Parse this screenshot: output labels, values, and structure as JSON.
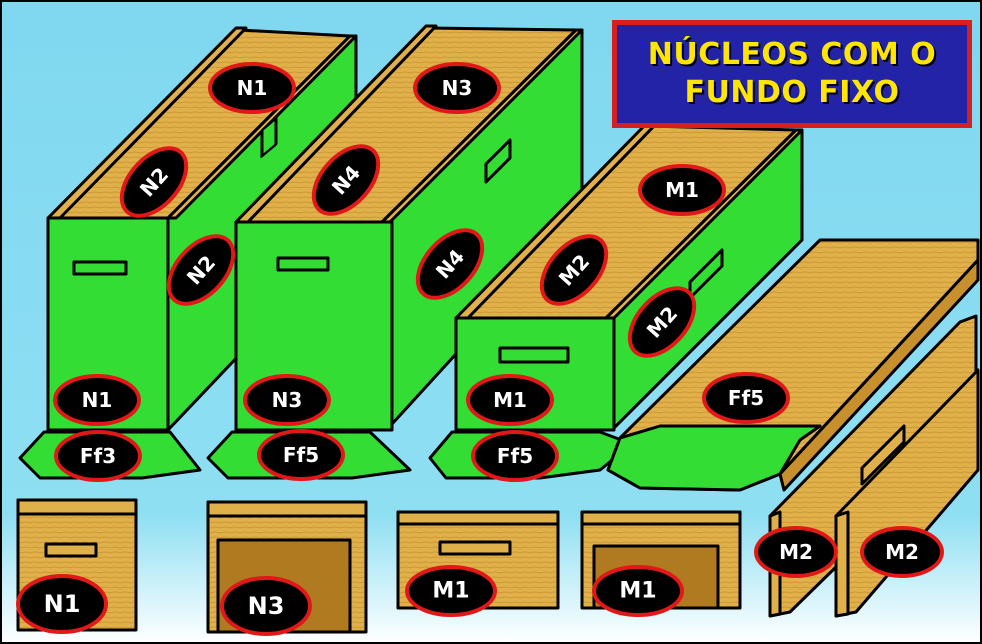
{
  "title": {
    "line1": "NÚCLEOS COM O",
    "line2": "FUNDO FIXO"
  },
  "colors": {
    "background_sky": "#7fd8f0",
    "panel_green": "#33dd33",
    "wood": "#e0b04a",
    "wood_dark": "#b07a20",
    "label_fill": "#000000",
    "label_border": "#e01818",
    "label_text": "#ffffff",
    "title_bg": "#2323a8",
    "title_border": "#d62020",
    "title_text": "#ffe600"
  },
  "labels": [
    {
      "id": "n1-top",
      "text": "N1"
    },
    {
      "id": "n2-inner",
      "text": "N2"
    },
    {
      "id": "n2-outer",
      "text": "N2"
    },
    {
      "id": "n1-front",
      "text": "N1"
    },
    {
      "id": "ff3-floor",
      "text": "Ff3"
    },
    {
      "id": "n3-top",
      "text": "N3"
    },
    {
      "id": "n4-inner",
      "text": "N4"
    },
    {
      "id": "n4-outer",
      "text": "N4"
    },
    {
      "id": "n3-front",
      "text": "N3"
    },
    {
      "id": "ff5-floor-a",
      "text": "Ff5"
    },
    {
      "id": "m1-back",
      "text": "M1"
    },
    {
      "id": "m2-inner",
      "text": "M2"
    },
    {
      "id": "m2-outer",
      "text": "M2"
    },
    {
      "id": "m1-front",
      "text": "M1"
    },
    {
      "id": "ff5-floor-b",
      "text": "Ff5"
    },
    {
      "id": "ff5-board",
      "text": "Ff5"
    },
    {
      "id": "n1-part",
      "text": "N1"
    },
    {
      "id": "n3-part",
      "text": "N3"
    },
    {
      "id": "m1-part-a",
      "text": "M1"
    },
    {
      "id": "m1-part-b",
      "text": "M1"
    },
    {
      "id": "m2-part-a",
      "text": "M2"
    },
    {
      "id": "m2-part-b",
      "text": "M2"
    }
  ]
}
